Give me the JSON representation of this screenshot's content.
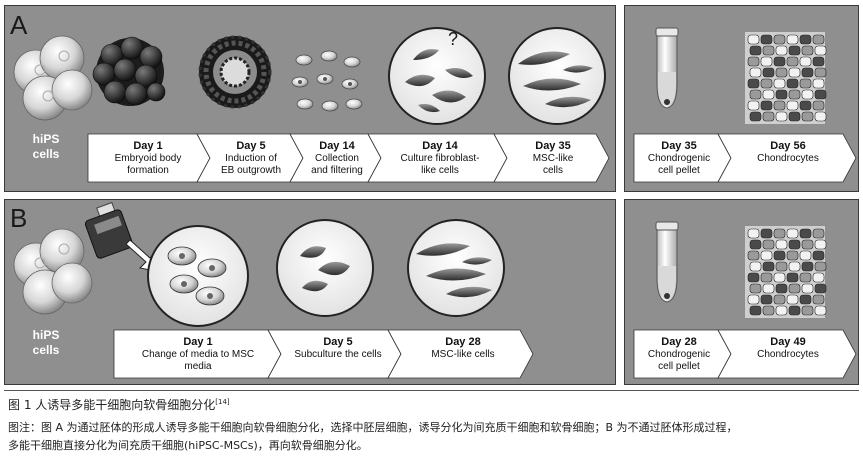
{
  "colors": {
    "panel": "#8f8f8f",
    "arrow_fill": "#ffffff",
    "cell_dark": "#2a2a2a",
    "cell_light": "#d8d8d8"
  },
  "panelA": {
    "letter": "A",
    "cells_label": "hiPS\ncells",
    "question_mark": "?",
    "steps": [
      {
        "day": "Day 1",
        "text": "Embryoid body\nformation"
      },
      {
        "day": "Day 5",
        "text": "Induction of\nEB outgrowth"
      },
      {
        "day": "Day 14",
        "text": "Collection\nand filtering"
      },
      {
        "day": "Day 14",
        "text": "Culture fibroblast-\nlike cells"
      },
      {
        "day": "Day 35",
        "text": "MSC-like\ncells"
      }
    ],
    "right_steps": [
      {
        "day": "Day 35",
        "text": "Chondrogenic\ncell pellet"
      },
      {
        "day": "Day 56",
        "text": "Chondrocytes"
      }
    ]
  },
  "panelB": {
    "letter": "B",
    "cells_label": "hiPS\ncells",
    "steps": [
      {
        "day": "Day 1",
        "text": "Change of media to MSC\nmedia"
      },
      {
        "day": "Day 5",
        "text": "Subculture the cells"
      },
      {
        "day": "Day 28",
        "text": "MSC-like cells"
      }
    ],
    "right_steps": [
      {
        "day": "Day 28",
        "text": "Chondrogenic\ncell pellet"
      },
      {
        "day": "Day 49",
        "text": "Chondrocytes"
      }
    ]
  },
  "caption": {
    "title": "图 1   人诱导多能干细胞向软骨细胞分化",
    "ref": "[14]",
    "line1": "图注：图 A 为通过胚体的形成人诱导多能干细胞向软骨细胞分化，选择中胚层细胞，诱导分化为间充质干细胞和软骨细胞；B 为不通过胚体形成过程，",
    "line2": "多能干细胞直接分化为间充质干细胞(hiPSC-MSCs)，再向软骨细胞分化。"
  }
}
